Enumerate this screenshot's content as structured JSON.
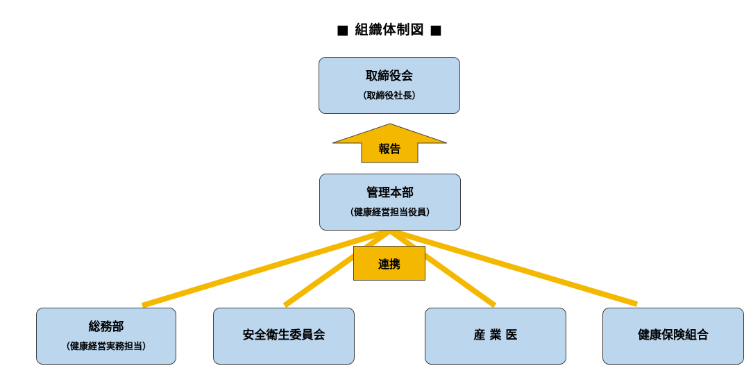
{
  "title": "■ 組織体制図 ■",
  "colors": {
    "box_fill": "#bcd6ee",
    "box_border": "#3f3f3f",
    "accent": "#f5b800"
  },
  "nodes": {
    "board": {
      "main": "取締役会",
      "sub": "（取締役社長）"
    },
    "headquarters": {
      "main": "管理本部",
      "sub": "（健康経営担当役員）"
    },
    "general_affairs": {
      "main": "総務部",
      "sub": "（健康経営実務担当）"
    },
    "safety_committee": {
      "main": "安全衛生委員会"
    },
    "industrial_physician": {
      "main": "産 業 医"
    },
    "health_insurance": {
      "main": "健康保険組合"
    }
  },
  "arrows": {
    "report_label": "報告",
    "cooperation_label": "連携"
  }
}
